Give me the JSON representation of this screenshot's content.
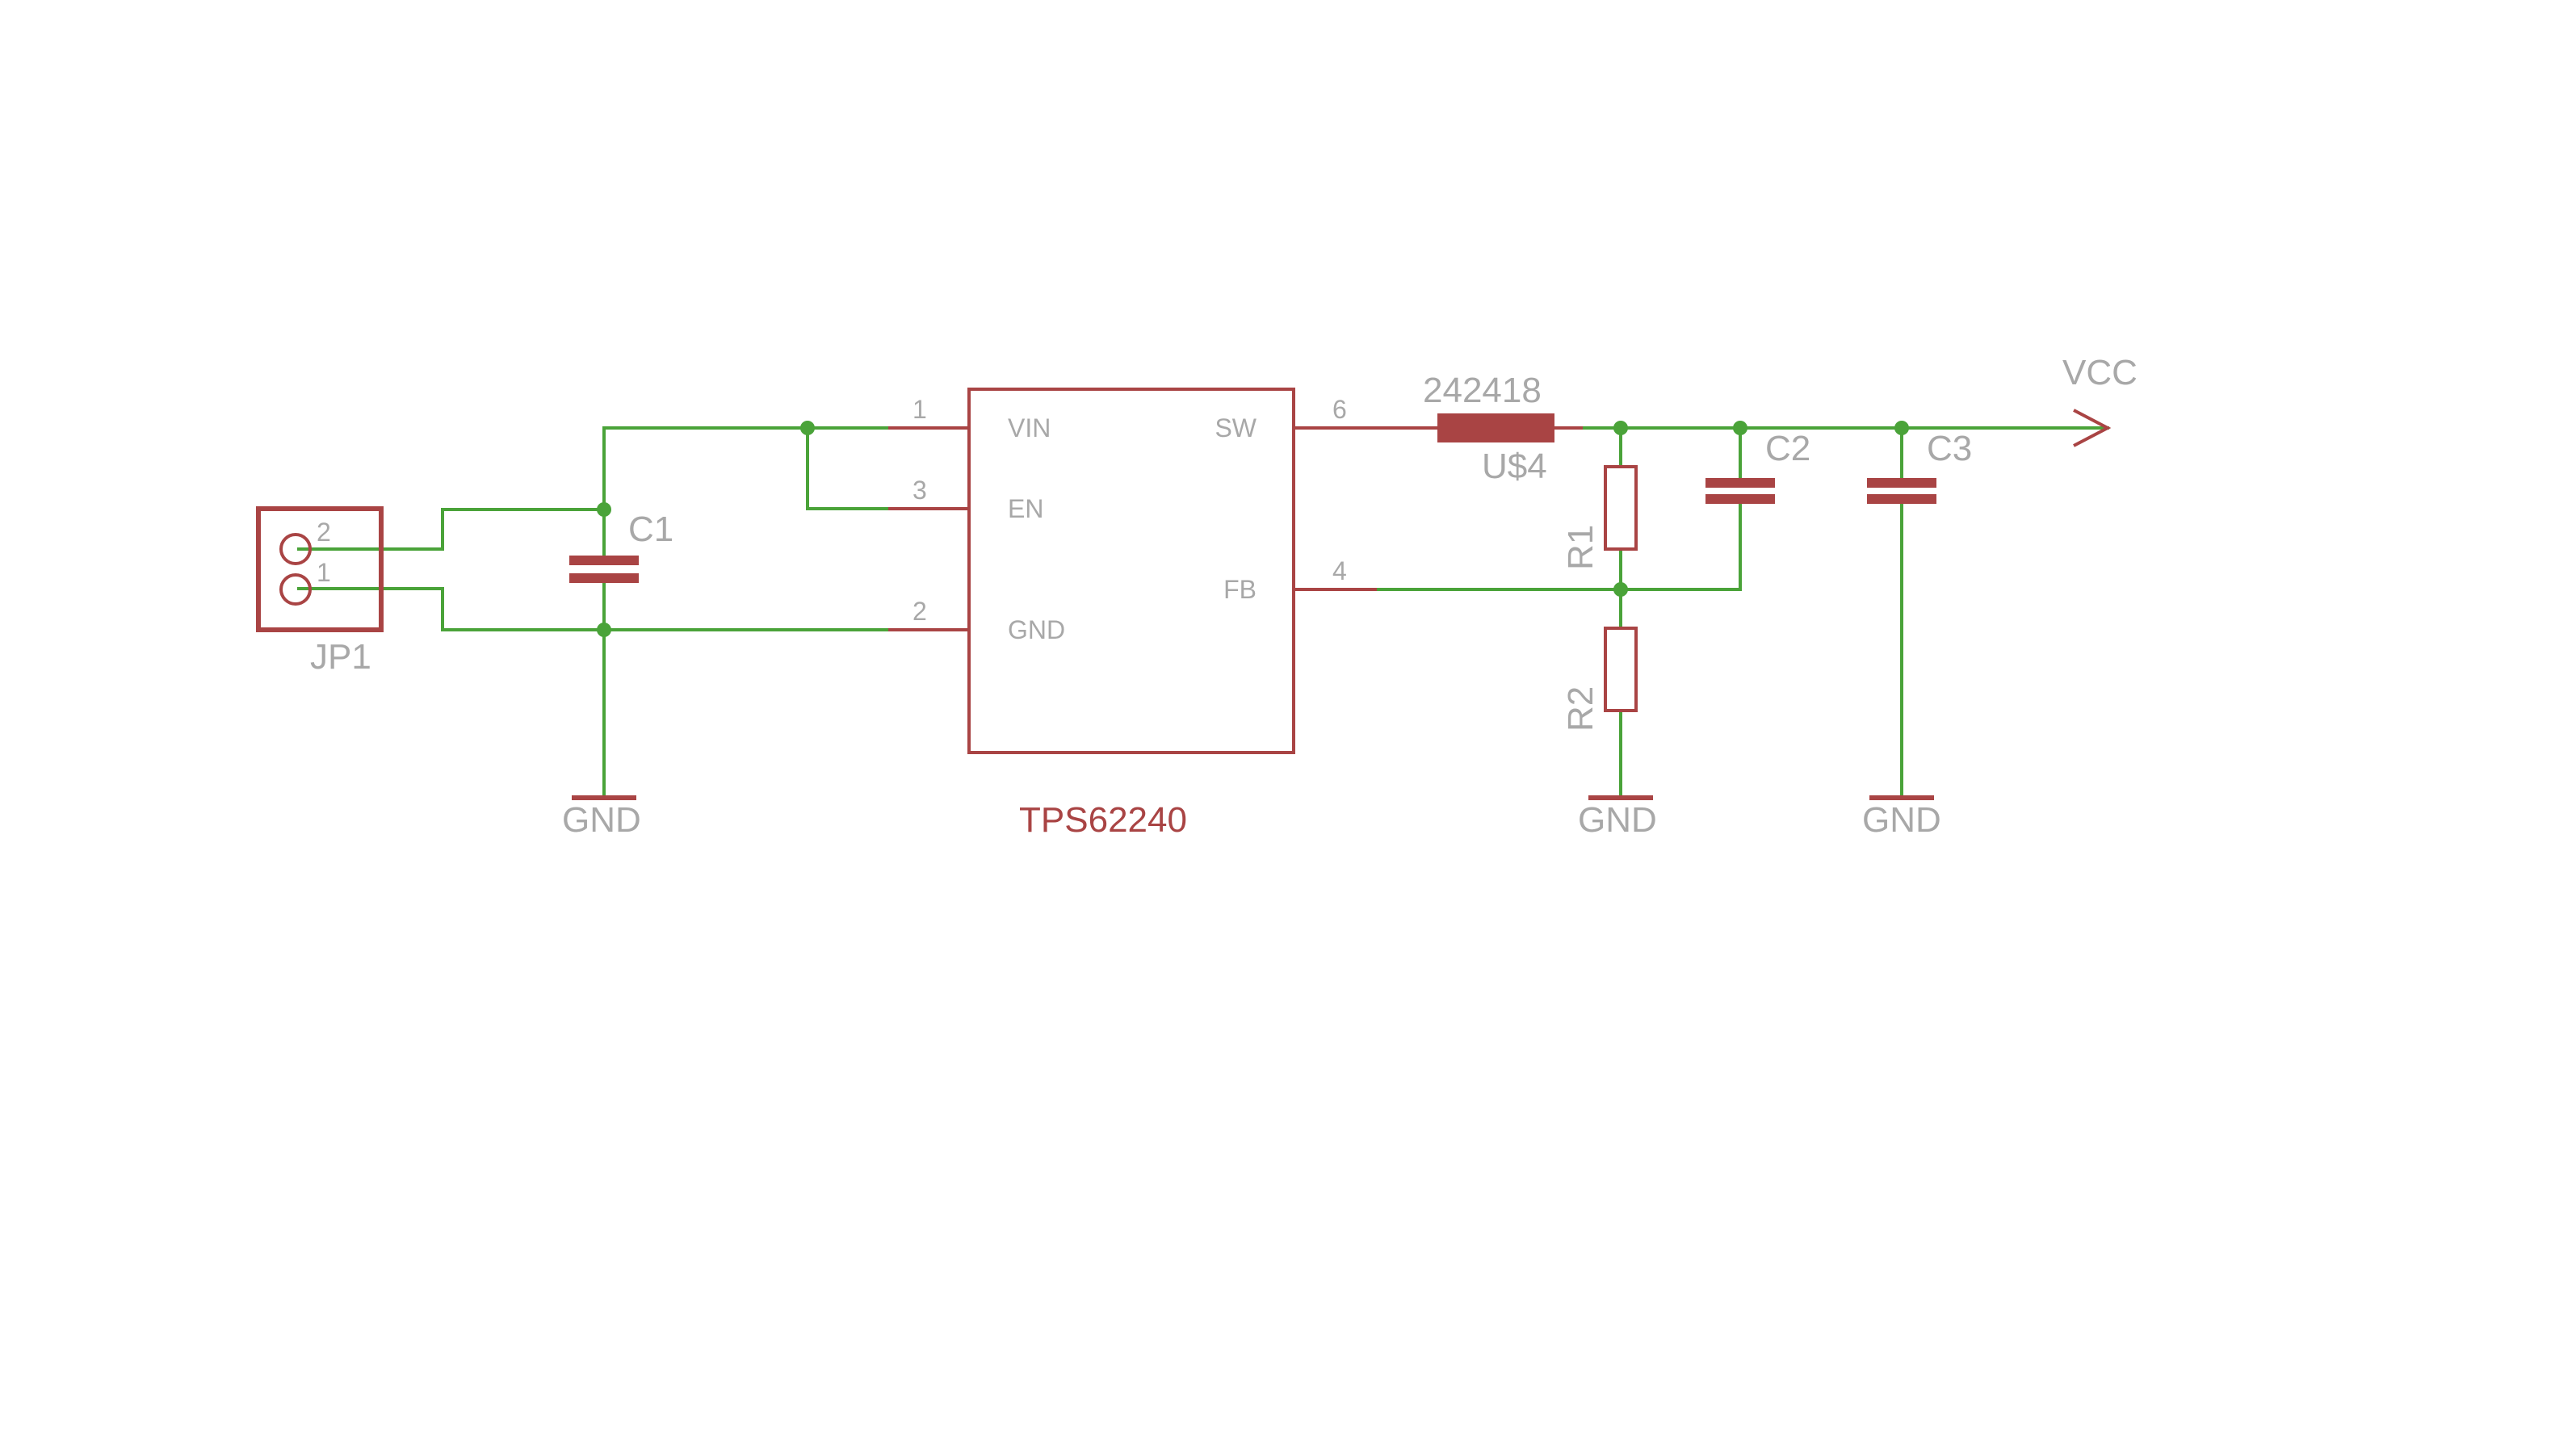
{
  "connector": {
    "ref": "JP1",
    "pin_top": "2",
    "pin_bottom": "1"
  },
  "ic": {
    "part": "TPS62240",
    "pins": {
      "vin": {
        "name": "VIN",
        "num": "1"
      },
      "en": {
        "name": "EN",
        "num": "3"
      },
      "gnd": {
        "name": "GND",
        "num": "2"
      },
      "sw": {
        "name": "SW",
        "num": "6"
      },
      "fb": {
        "name": "FB",
        "num": "4"
      }
    }
  },
  "inductor": {
    "value": "242418",
    "ref": "U$4"
  },
  "capacitors": {
    "c1": "C1",
    "c2": "C2",
    "c3": "C3"
  },
  "resistors": {
    "r1": "R1",
    "r2": "R2"
  },
  "supplies": {
    "gnd": "GND",
    "vcc": "VCC"
  },
  "colors": {
    "wire": "#4aa339",
    "symbol": "#a94444",
    "label": "#a8a8a8"
  }
}
